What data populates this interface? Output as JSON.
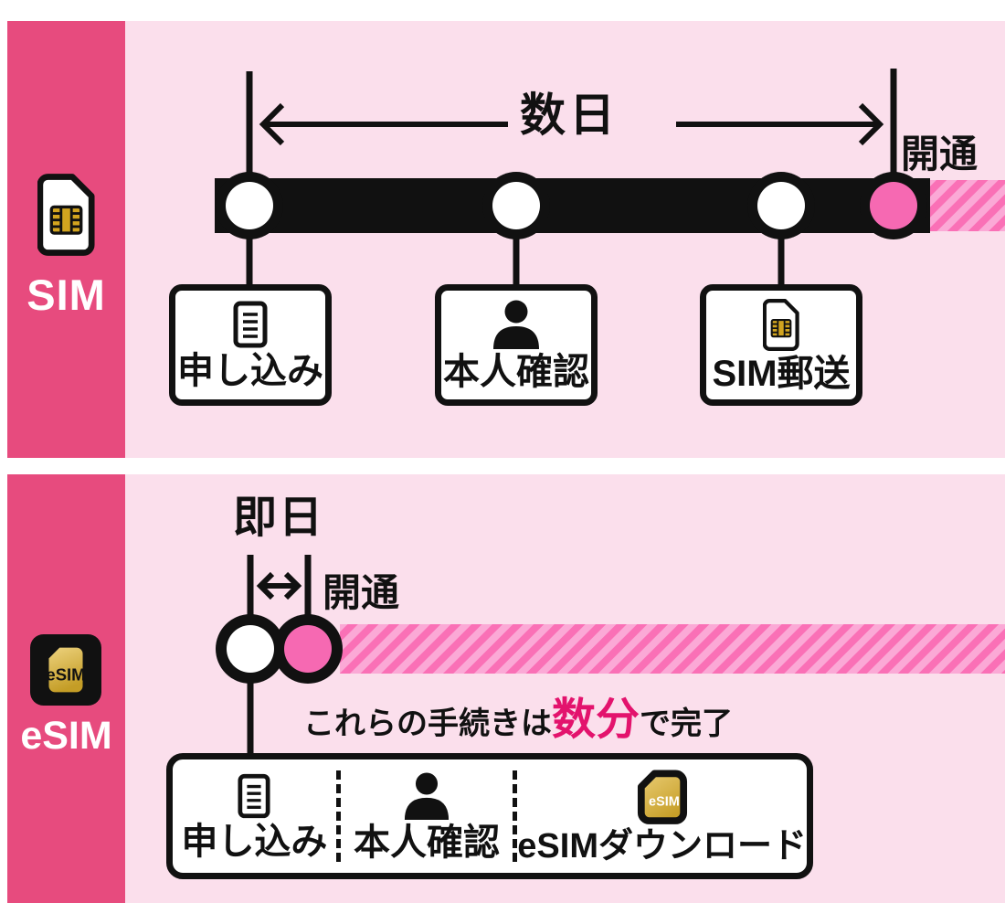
{
  "colors": {
    "sidebar_pink": "#E74B7E",
    "panel_pink": "#FBDFEC",
    "ink": "#111111",
    "node_pink": "#F669B2",
    "stripe_dark": "#FA70B6",
    "stripe_light": "#FBA9D6",
    "highlight_pink": "#E3136D",
    "chip_gold": "#D2A41F",
    "white": "#FFFFFF"
  },
  "sim": {
    "sidebar_label": "SIM",
    "duration_label": "数日",
    "activation_label": "開通",
    "steps": [
      {
        "label": "申し込み",
        "icon": "document-icon"
      },
      {
        "label": "本人確認",
        "icon": "person-icon"
      },
      {
        "label": "SIM郵送",
        "icon": "sim-card-icon"
      }
    ]
  },
  "esim": {
    "sidebar_label": "eSIM",
    "icon_text": "eSIM",
    "duration_label": "即日",
    "activation_label": "開通",
    "note": {
      "prefix": "これらの手続きは",
      "highlight": "数分",
      "suffix": "で完了"
    },
    "steps": [
      {
        "label": "申し込み",
        "icon": "document-icon"
      },
      {
        "label": "本人確認",
        "icon": "person-icon"
      },
      {
        "label": "eSIMダウンロード",
        "icon": "esim-card-icon",
        "icon_text": "eSIM"
      }
    ]
  }
}
